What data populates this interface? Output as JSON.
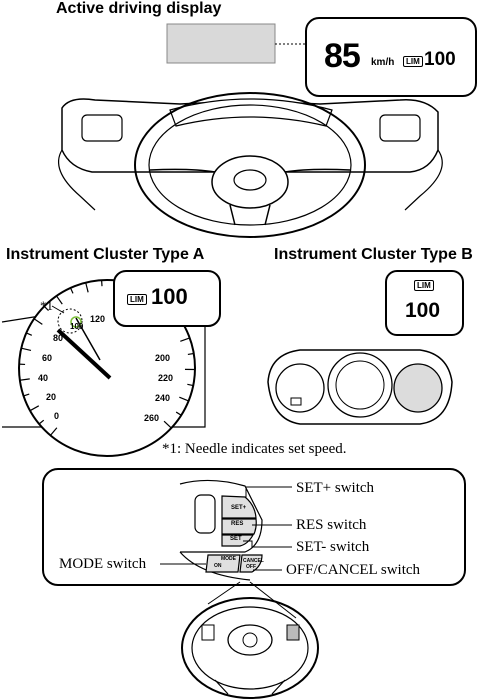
{
  "active_display": {
    "title": "Active driving display",
    "speed": "85",
    "unit": "km/h",
    "lim_icon": "LIM",
    "limit": "100"
  },
  "cluster_a": {
    "title": "Instrument Cluster Type A",
    "marker": "*1",
    "lim_icon": "LIM",
    "limit": "100",
    "ticks": [
      "0",
      "20",
      "40",
      "60",
      "80",
      "100",
      "120",
      "200",
      "220",
      "240",
      "260"
    ]
  },
  "cluster_b": {
    "title": "Instrument Cluster Type B",
    "lim_icon": "LIM",
    "limit": "100"
  },
  "footnote": "*1: Needle indicates set speed.",
  "switches": {
    "set_plus": "SET+ switch",
    "res": "RES switch",
    "set_minus": "SET- switch",
    "mode": "MODE switch",
    "off_cancel": "OFF/CANCEL switch",
    "btn_set_plus": "SET+",
    "btn_res": "RES",
    "btn_set_minus": "SET",
    "btn_mode": "MODE",
    "btn_on": "ON",
    "btn_cancel": "CANCEL",
    "btn_off": "OFF"
  }
}
